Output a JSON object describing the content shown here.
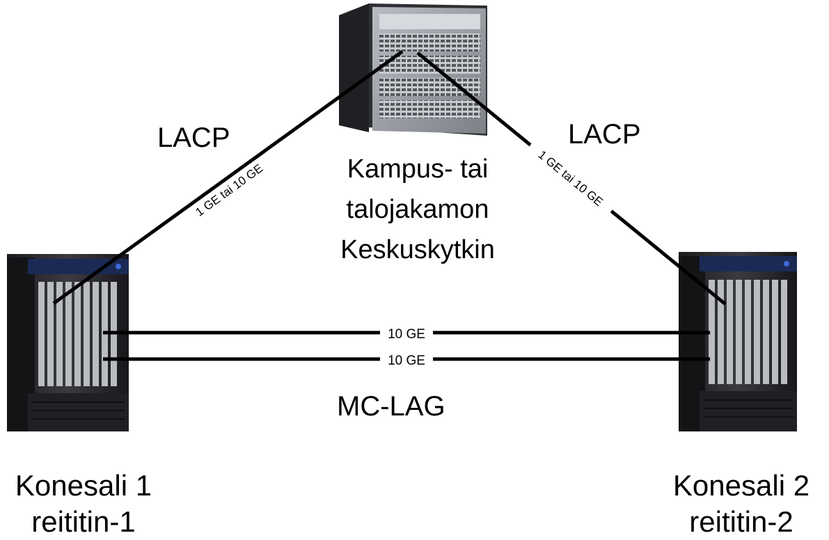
{
  "core_switch": {
    "name": "Keskuskytkin",
    "label_lines": [
      "Kampus- tai",
      "talojakamon",
      "Keskuskytkin"
    ]
  },
  "routers": [
    {
      "id": "router-1",
      "label_lines": [
        "Konesali 1",
        "reititin-1"
      ]
    },
    {
      "id": "router-2",
      "label_lines": [
        "Konesali 2",
        "reititin-2"
      ]
    }
  ],
  "links": {
    "uplink_left": {
      "protocol": "LACP",
      "speed": "1 GE tai 10 GE"
    },
    "uplink_right": {
      "protocol": "LACP",
      "speed": "1 GE tai 10 GE"
    },
    "interconnect": {
      "protocol": "MC-LAG",
      "speeds": [
        "10 GE",
        "10 GE"
      ]
    }
  },
  "colors": {
    "line": "#000000",
    "chassis": "#2b2b2f",
    "switch": "#9a9ea4",
    "background": "#ffffff"
  }
}
